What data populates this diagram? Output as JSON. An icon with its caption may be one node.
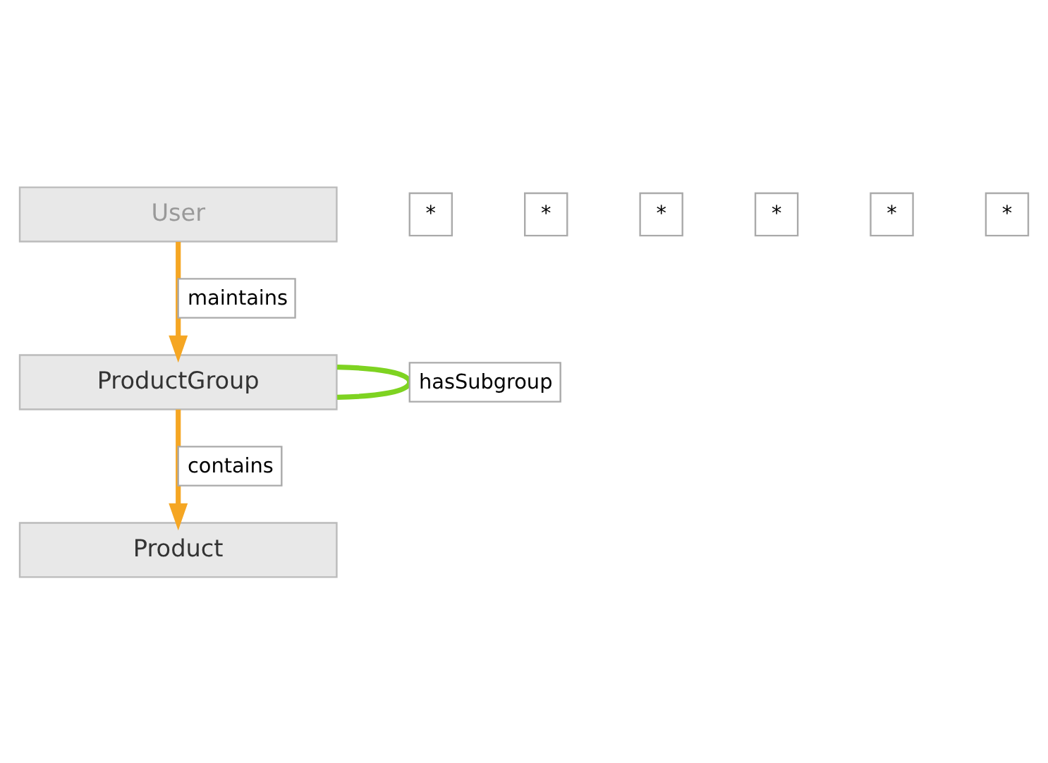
{
  "diagram": {
    "nodes": [
      {
        "text": [
          "User"
        ]
      },
      {
        "text": [
          "ProductGroup"
        ]
      },
      {
        "text": [
          "Product"
        ]
      }
    ],
    "edges": [
      {
        "from": 0,
        "to": 1,
        "arrow": "to",
        "label": "maintains"
      },
      {
        "from": 1,
        "to": 1,
        "arrow": "none",
        "label": "hasSubgroup",
        "color": "#7ed321"
      },
      {
        "from": 1,
        "to": 2,
        "arrow": "to",
        "label": "contains"
      }
    ],
    "labels": [
      "*",
      "*",
      "*",
      "*",
      "*",
      "*"
    ]
  }
}
